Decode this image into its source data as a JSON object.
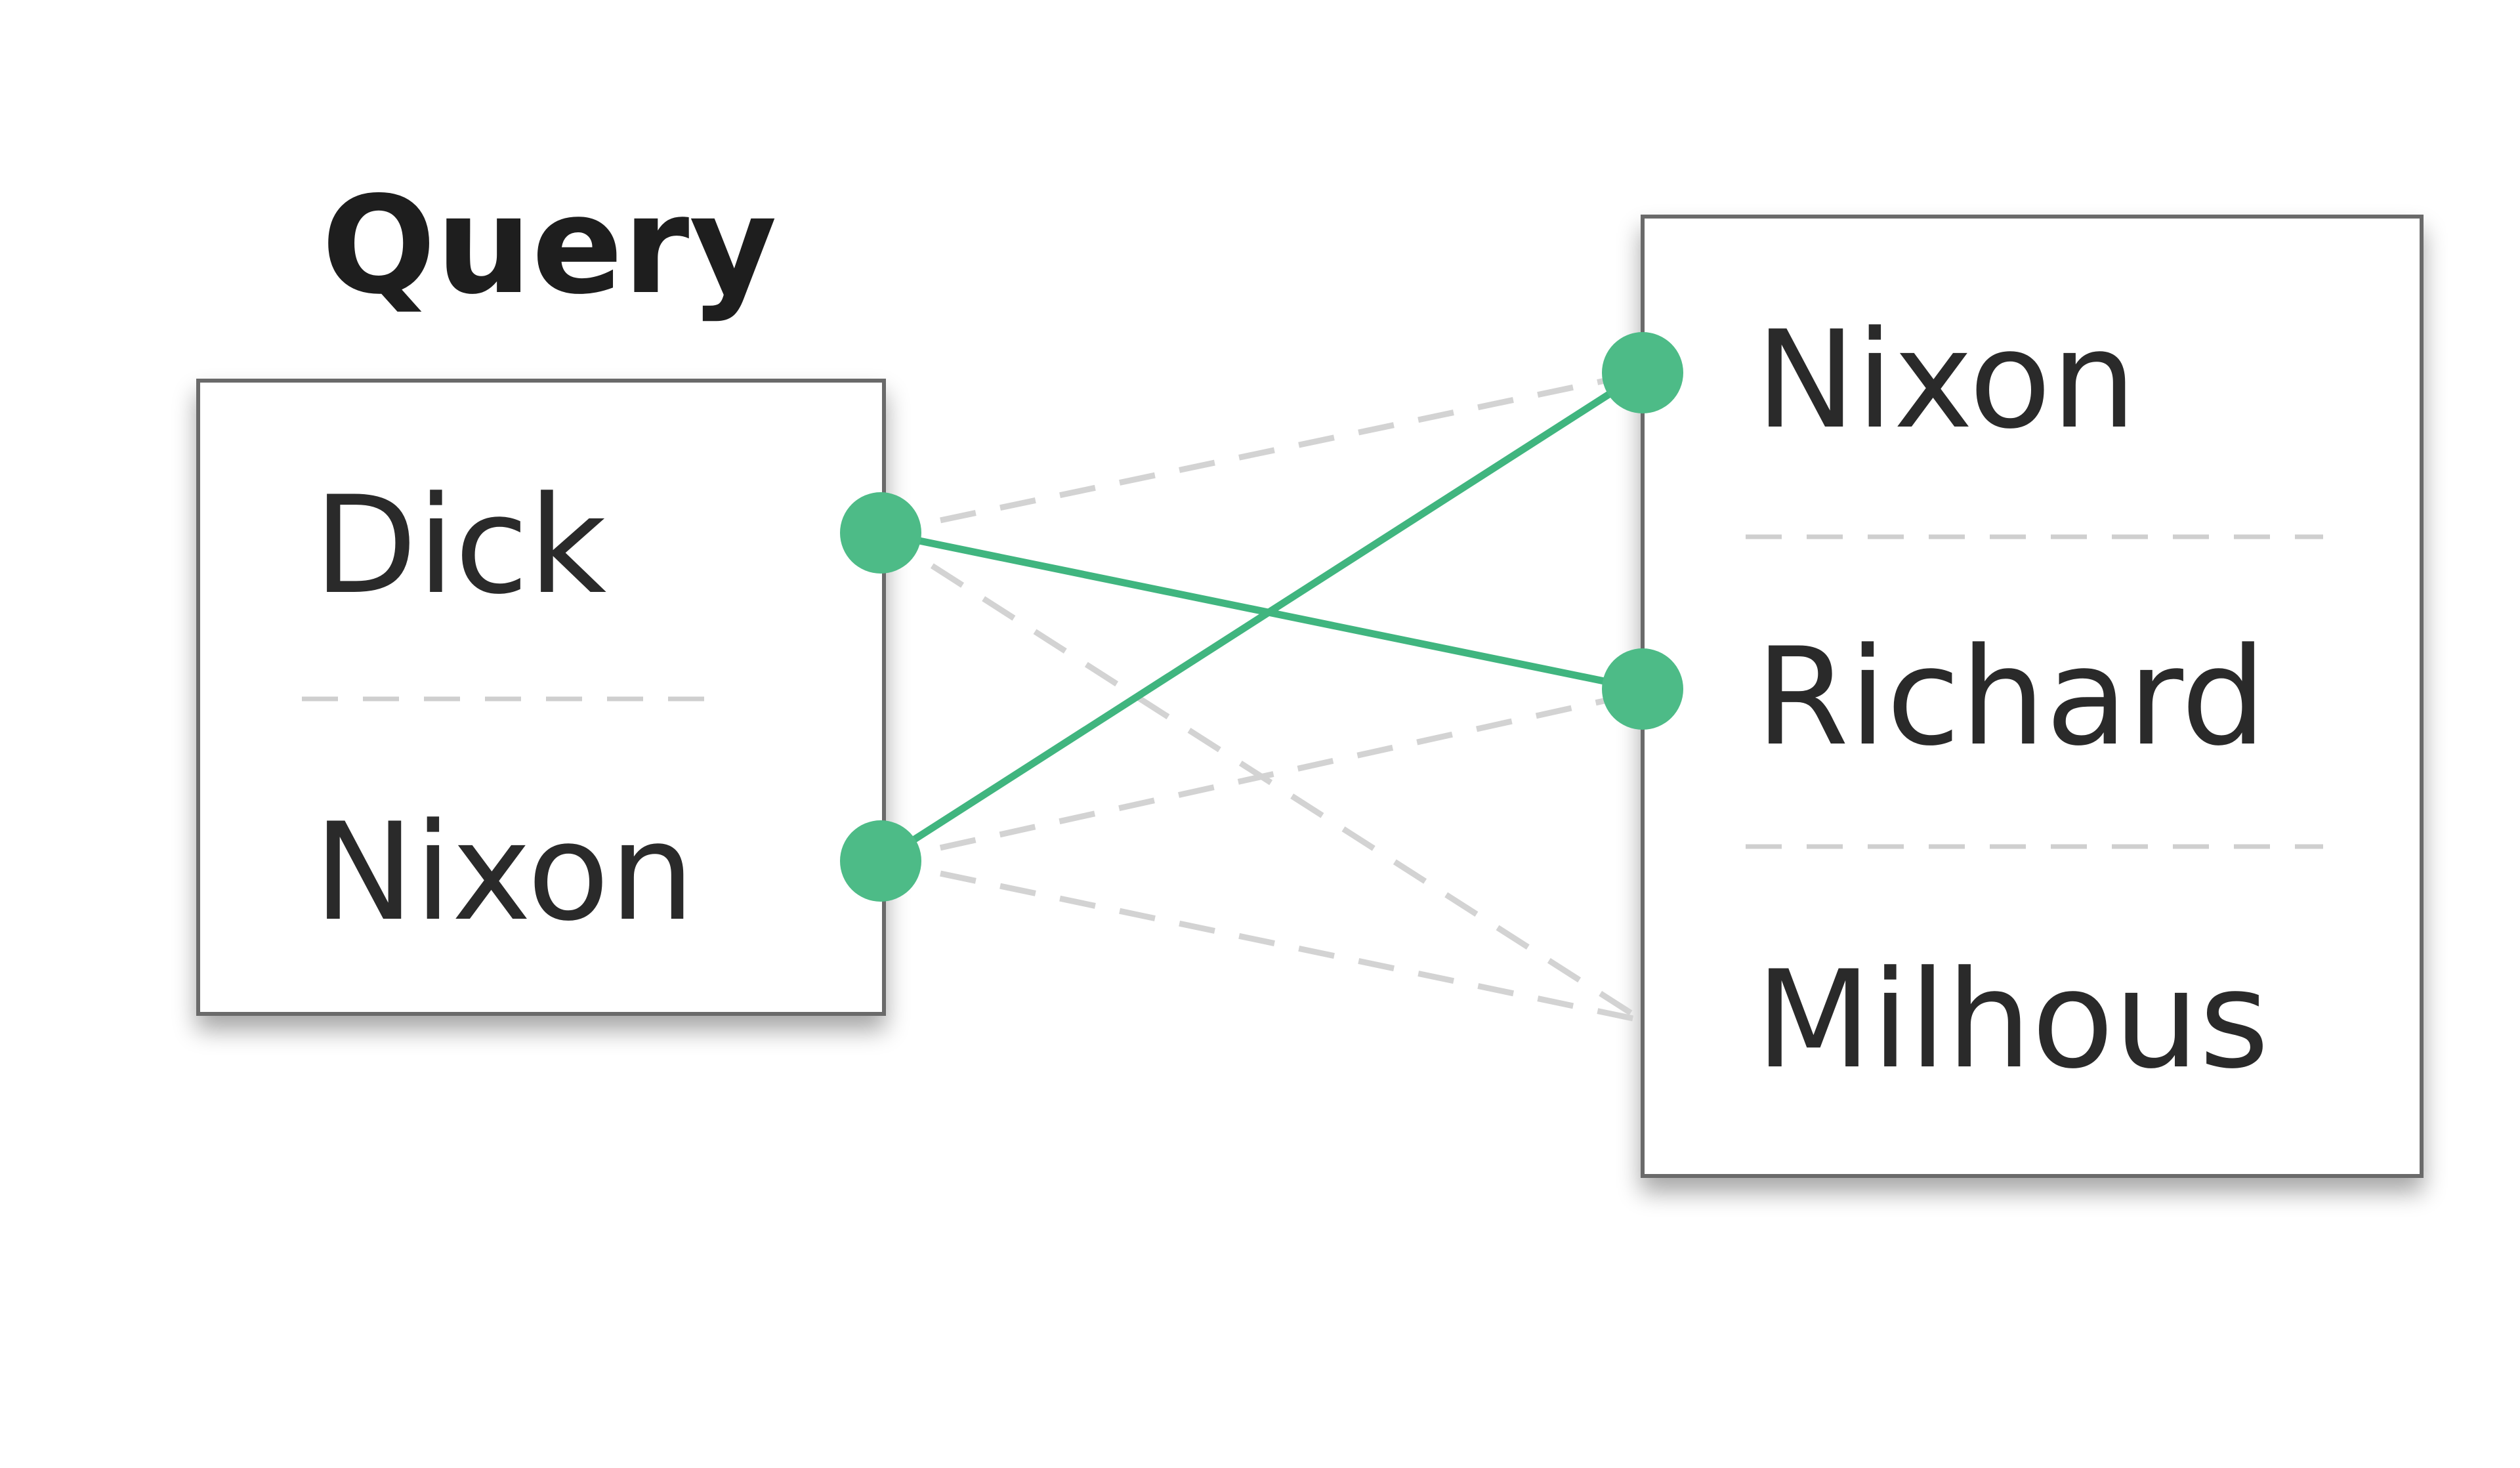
{
  "query": {
    "title": "Query",
    "tokens": [
      "Dick",
      "Nixon"
    ]
  },
  "candidates": {
    "tokens": [
      "Nixon",
      "Richard",
      "Milhous"
    ]
  },
  "links": {
    "strong": [
      {
        "from": "Dick",
        "to": "Richard"
      },
      {
        "from": "Nixon",
        "to": "Nixon"
      }
    ],
    "weak": [
      {
        "from": "Dick",
        "to": "Nixon"
      },
      {
        "from": "Dick",
        "to": "Milhous"
      },
      {
        "from": "Nixon",
        "to": "Richard"
      },
      {
        "from": "Nixon",
        "to": "Milhous"
      }
    ]
  },
  "colors": {
    "match_link": "#40b57f",
    "match_node": "#4dbb87",
    "weak_link": "#d3d3d3",
    "box_border": "#6a6a6a"
  }
}
